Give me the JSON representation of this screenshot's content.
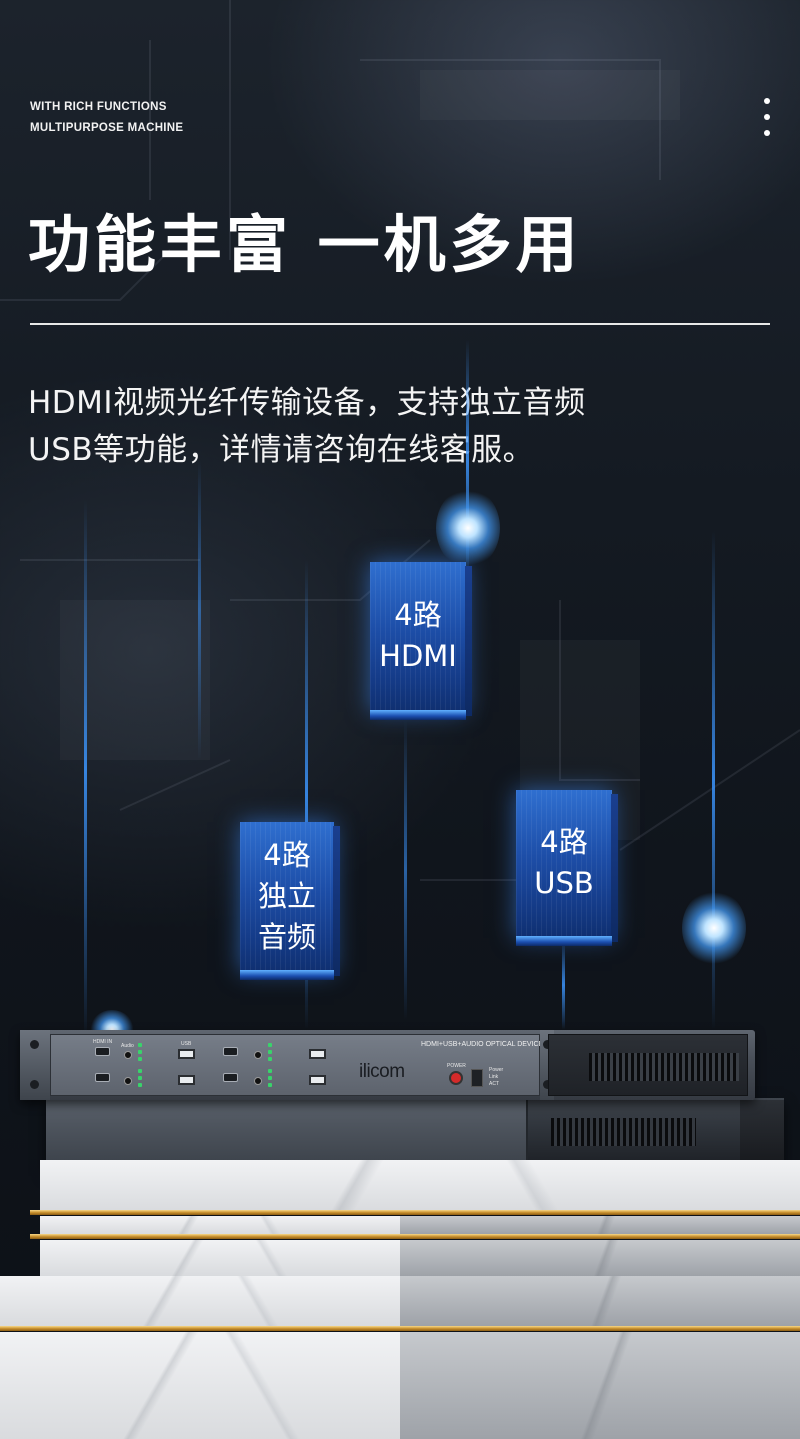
{
  "header": {
    "line1": "WITH RICH FUNCTIONS",
    "line2": "MULTIPURPOSE MACHINE"
  },
  "title": "功能丰富 一机多用",
  "description": {
    "line1": "HDMI视频光纤传输设备，支持独立音频",
    "line2": "USB等功能，详情请咨询在线客服。"
  },
  "features": [
    {
      "line1": "4路",
      "line2": "HDMI",
      "line3": ""
    },
    {
      "line1": "4路",
      "line2": "独立",
      "line3": "音频"
    },
    {
      "line1": "4路",
      "line2": "USB",
      "line3": ""
    }
  ],
  "device": {
    "brand": "ilicom",
    "model_label": "HDMI+USB+AUDIO OPTICAL DEVICE",
    "hdmi_port_label": "HDMI IN",
    "usb_port_label": "USB",
    "audio_label": "Audio",
    "power_label": "POWER",
    "status_labels": [
      "Power",
      "Link",
      "ACT"
    ]
  },
  "colors": {
    "accent_blue": "#2f6fd0",
    "beam_blue": "#3c96ff",
    "gold_trim": "#c9912e"
  }
}
